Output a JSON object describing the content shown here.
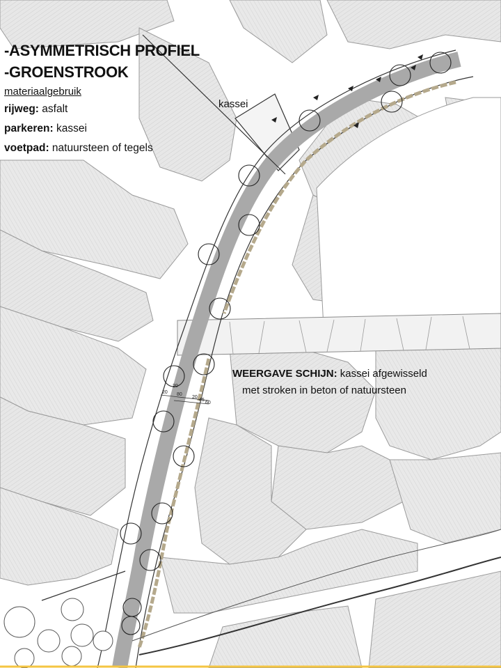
{
  "legend": {
    "title_1": "-ASYMMETRISCH PROFIEL",
    "title_2": "-GROENSTROOK",
    "subtitle": "materiaalgebruik",
    "items": [
      {
        "key": "rijweg",
        "value": "asfalt"
      },
      {
        "key": "parkeren",
        "value": "kassei"
      },
      {
        "key": "voetpad",
        "value": "natuursteen of tegels"
      }
    ]
  },
  "labels": {
    "kassei": "kassei",
    "note_key": "WEERGAVE SCHIJN:",
    "note_line1": "kassei afgewisseld",
    "note_line2": "met stroken in beton of natuursteen"
  },
  "dimensions": [
    "20",
    "20",
    "80",
    "20",
    "45",
    "60"
  ],
  "colors": {
    "building": "#e6e6e6",
    "building_line": "#9a9a9a",
    "asphalt": "#a9a9a9",
    "parking": "#b5a98c",
    "paved_band": "#efefef",
    "border": "#f4c542"
  }
}
